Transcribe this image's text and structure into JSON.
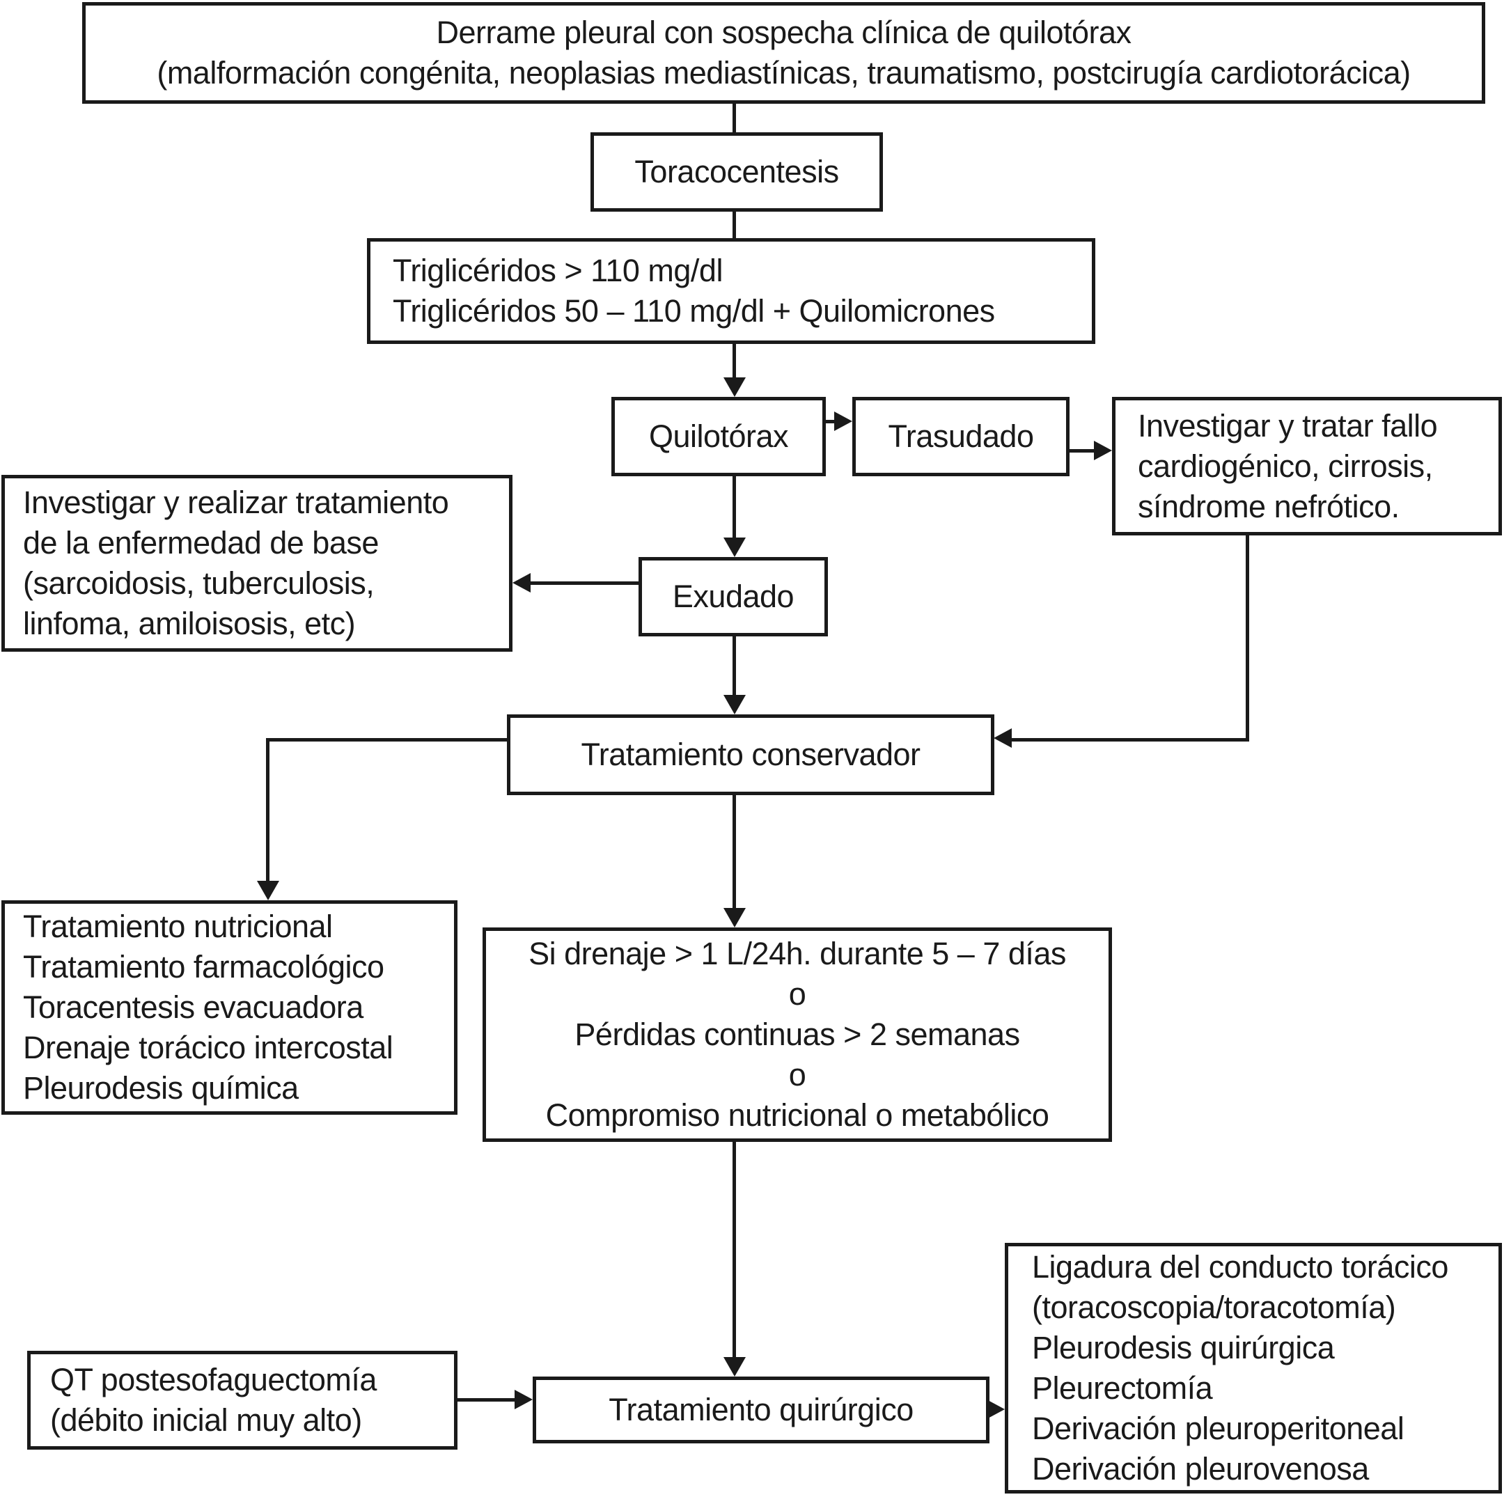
{
  "colors": {
    "background": "#ffffff",
    "border": "#1a1a1a",
    "text": "#1a1a1a"
  },
  "boxes": {
    "derrame": {
      "lines": [
        "Derrame pleural con sospecha clínica de quilotórax",
        "(malformación congénita, neoplasias mediastínicas, traumatismo, postcirugía cardiotorácica)"
      ]
    },
    "toracocentesis": {
      "lines": [
        "Toracocentesis"
      ]
    },
    "trigliceridos": {
      "lines": [
        "Triglicéridos > 110 mg/dl",
        "Triglicéridos 50 – 110 mg/dl + Quilomicrones"
      ]
    },
    "quilotorax": {
      "lines": [
        "Quilotórax"
      ]
    },
    "trasudado": {
      "lines": [
        "Trasudado"
      ]
    },
    "investigar_tratar": {
      "lines": [
        "Investigar y tratar fallo",
        "cardiogénico, cirrosis,",
        "síndrome nefrótico."
      ]
    },
    "enfermedad_base": {
      "lines": [
        "Investigar y realizar tratamiento",
        "de la enfermedad de base",
        "(sarcoidosis, tuberculosis,",
        "linfoma, amiloisosis, etc)"
      ]
    },
    "exudado": {
      "lines": [
        "Exudado"
      ]
    },
    "conservador": {
      "lines": [
        "Tratamiento conservador"
      ]
    },
    "tratamientos_conservadores": {
      "lines": [
        "Tratamiento nutricional",
        "Tratamiento farmacológico",
        "Toracentesis evacuadora",
        "Drenaje torácico intercostal",
        "Pleurodesis química"
      ]
    },
    "criterios_quirurgicos": {
      "lines": [
        "Si drenaje > 1 L/24h. durante 5 – 7 días",
        "o",
        "Pérdidas continuas > 2 semanas",
        "o",
        "Compromiso nutricional o metabólico"
      ]
    },
    "qt_postesofaguectomia": {
      "lines": [
        "QT postesofaguectomía",
        "(débito inicial muy alto)"
      ]
    },
    "quirurgico": {
      "lines": [
        "Tratamiento quirúrgico"
      ]
    },
    "tecnicas_quirurgicas": {
      "lines": [
        "Ligadura del conducto torácico",
        "(toracoscopia/toracotomía)",
        "Pleurodesis quirúrgica",
        "Pleurectomía",
        "Derivación pleuroperitoneal",
        "Derivación pleurovenosa"
      ]
    }
  }
}
